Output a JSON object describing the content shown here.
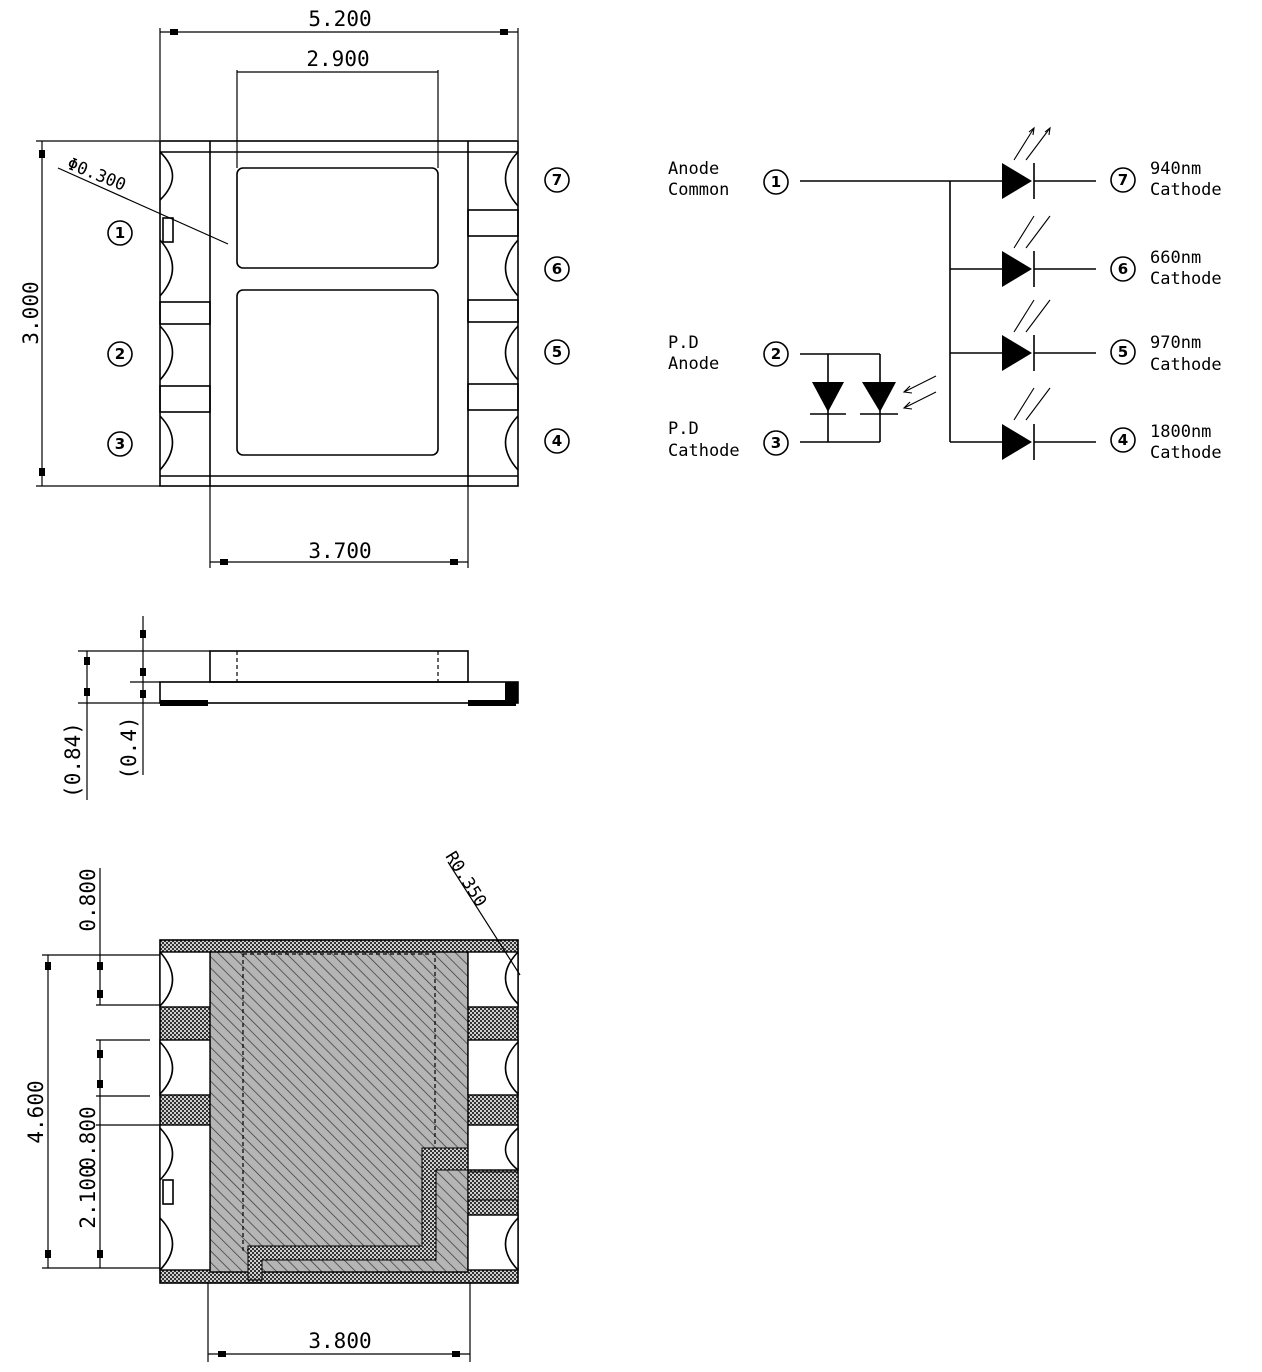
{
  "top_view": {
    "dim_total_width": "5.200",
    "dim_pad_width": "2.900",
    "dim_height": "3.000",
    "dim_hole": "Φ0.300",
    "dim_inner_width": "3.700",
    "left_pins": [
      "1",
      "2",
      "3"
    ],
    "right_pins": [
      "7",
      "6",
      "5",
      "4"
    ]
  },
  "side_view": {
    "dim_total_height": "(0.84)",
    "dim_board_height": "(0.4)"
  },
  "bottom_view": {
    "dim_radius": "R0.350",
    "dim_pitch": "0.800",
    "dim_height": "4.600",
    "dim_pad": "2.100",
    "dim_pitch_2": "0.800",
    "dim_width": "3.800"
  },
  "schematic": {
    "anode_common_line1": "Anode",
    "anode_common_line2": "Common",
    "anode_common_pin": "1",
    "pd_anode_line1": "P.D",
    "pd_anode_line2": "Anode",
    "pd_anode_pin": "2",
    "pd_cathode_line1": "P.D",
    "pd_cathode_line2": "Cathode",
    "pd_cathode_pin": "3",
    "leds": [
      {
        "pin": "7",
        "wavelength": "940nm",
        "label": "Cathode"
      },
      {
        "pin": "6",
        "wavelength": "660nm",
        "label": "Cathode"
      },
      {
        "pin": "5",
        "wavelength": "970nm",
        "label": "Cathode"
      },
      {
        "pin": "4",
        "wavelength": "1800nm",
        "label": "Cathode"
      }
    ]
  },
  "colors": {
    "line": "#000000",
    "background": "#ffffff",
    "hatch": "#9a9a9a"
  }
}
